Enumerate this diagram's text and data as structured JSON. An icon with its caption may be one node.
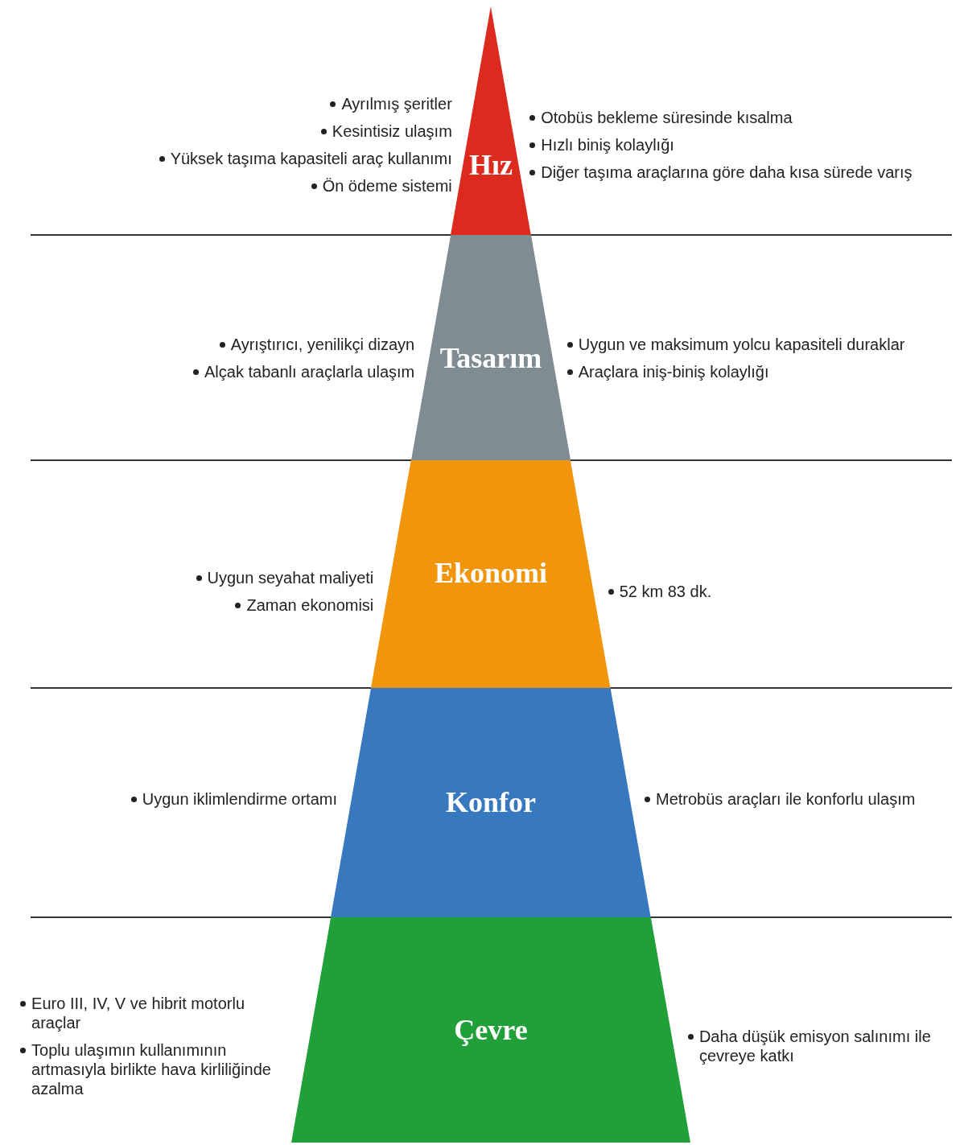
{
  "diagram": {
    "nodes": [
      {
        "text": [
          "Hız"
        ],
        "beside": [
          "Ayrılmış şeritler",
          "Kesintisiz ulaşım",
          "Yüksek taşıma kapasiteli araç kullanımı",
          "Ön ödeme sistemi",
          "Otobüs bekleme süresinde kısalma",
          "Hızlı biniş kolaylığı",
          "Diğer taşıma araçlarına göre daha kısa sürede varış"
        ]
      },
      {
        "text": [
          "Tasarım"
        ],
        "beside": [
          "Ayrıştırıcı, yenilikçi dizayn",
          "Alçak tabanlı araçlarla ulaşım",
          "Uygun ve maksimum yolcu kapasiteli duraklar",
          "Araçlara iniş-biniş kolaylığı"
        ]
      },
      {
        "text": [
          "Ekonomi"
        ],
        "beside": [
          "Uygun seyahat maliyeti",
          "Zaman ekonomisi",
          "52 km 83 dk."
        ]
      },
      {
        "text": [
          "Konfor"
        ],
        "beside": [
          "Uygun iklimlendirme ortamı",
          "Metrobüs araçları ile konforlu ulaşım"
        ]
      },
      {
        "text": [
          "Çevre"
        ],
        "beside": [
          "Euro III, IV, V ve hibrit motorlu araçlar",
          "Toplu ulaşımın kullanımının artmasıyla birlikte hava kirliliğinde azalma",
          "Daha düşük emisyon salınımı ile çevreye katkı"
        ]
      }
    ],
    "edges": []
  }
}
